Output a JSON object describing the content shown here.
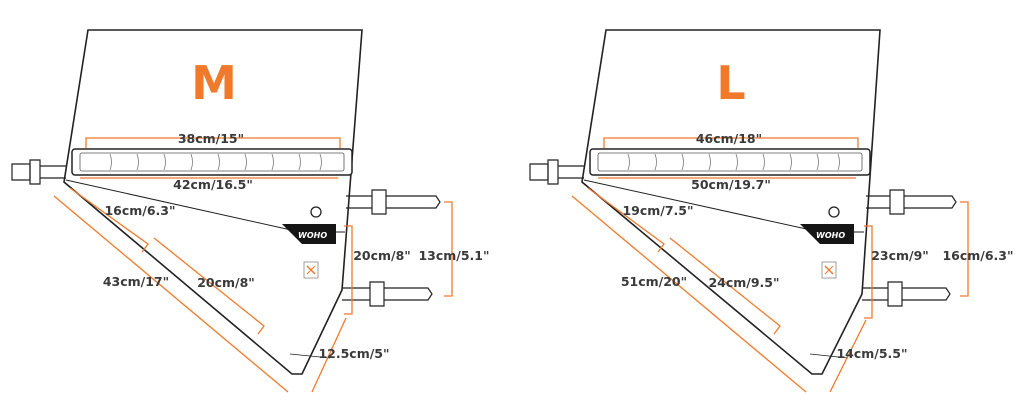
{
  "colors": {
    "accent": "#f07a2b",
    "outline": "#1e1e1e",
    "text": "#3a3a3a",
    "logo_bg": "#151515"
  },
  "brand": {
    "logo": "WOHO"
  },
  "bags": [
    {
      "size": "M",
      "dims": {
        "top_length": "38cm/15\"",
        "bottom_length": "42cm/16.5\"",
        "front_upper": "16cm/6.3\"",
        "front_lower": "20cm/8\"",
        "diagonal": "43cm/17\"",
        "rear_height": "20cm/8\"",
        "strap_spacing": "13cm/5.1\"",
        "bottom_width": "12.5cm/5\""
      }
    },
    {
      "size": "L",
      "dims": {
        "top_length": "46cm/18\"",
        "bottom_length": "50cm/19.7\"",
        "front_upper": "19cm/7.5\"",
        "front_lower": "24cm/9.5\"",
        "diagonal": "51cm/20\"",
        "rear_height": "23cm/9\"",
        "strap_spacing": "16cm/6.3\"",
        "bottom_width": "14cm/5.5\""
      }
    }
  ]
}
